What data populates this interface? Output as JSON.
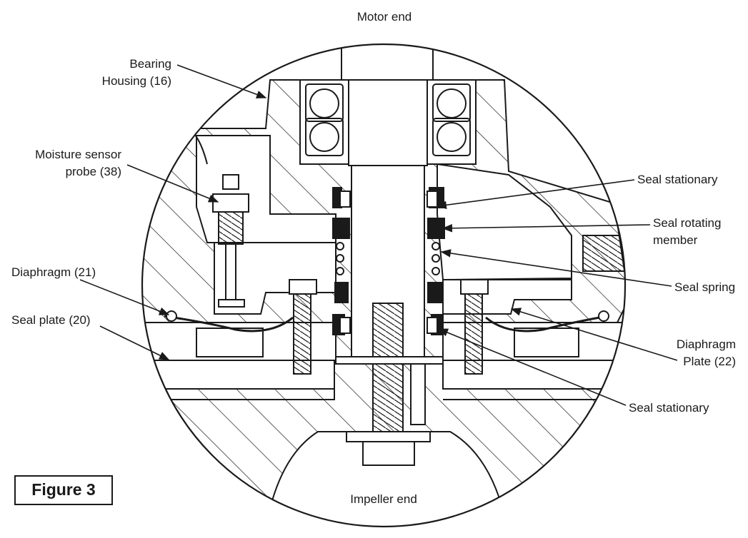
{
  "figure": {
    "caption": "Figure 3"
  },
  "labels": {
    "motor_end": "Motor end",
    "impeller_end": "Impeller end",
    "bearing_housing": [
      "Bearing",
      "Housing (16)"
    ],
    "moisture_sensor": [
      "Moisture sensor",
      "probe (38)"
    ],
    "diaphragm": "Diaphragm (21)",
    "seal_plate": "Seal plate (20)",
    "seal_stationary_top": "Seal stationary",
    "seal_rotating": [
      "Seal rotating",
      "member"
    ],
    "seal_spring": "Seal spring",
    "diaphragm_plate": [
      "Diaphragm",
      "Plate (22)"
    ],
    "seal_stationary_bottom": "Seal stationary"
  },
  "colors": {
    "ink": "#1a1a1a",
    "paper": "#ffffff"
  }
}
